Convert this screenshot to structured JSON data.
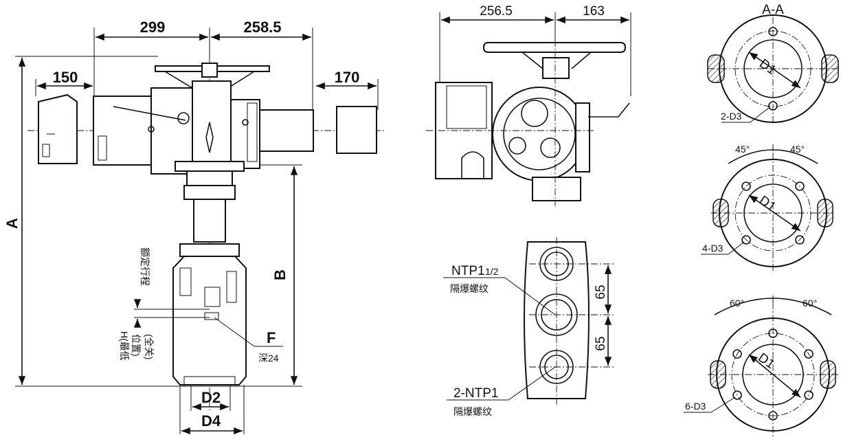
{
  "left_view": {
    "dim_299": "299",
    "dim_258_5": "258.5",
    "dim_150": "150",
    "dim_170": "170",
    "label_A": "A",
    "label_B": "B",
    "label_F": "F",
    "depth_24": "深24",
    "rated_stroke": "额定行程",
    "h_line1": "H(最低",
    "h_line2": "位置)",
    "h_line3": "(全关)",
    "label_D2": "D2",
    "label_D4": "D4"
  },
  "middle_view": {
    "dim_256_5": "256.5",
    "dim_163": "163",
    "ntp_main": "NTP1",
    "ntp_frac": "1/2",
    "flameproof_thread_1": "隔爆螺纹",
    "dim_65_top": "65",
    "dim_65_bottom": "65",
    "ntp_2": "2-NTP1",
    "flameproof_thread_2": "隔爆螺纹"
  },
  "right_view": {
    "section_title": "A-A",
    "d1_a": "D1",
    "d3_a": "2-D3",
    "angle_45_left": "45°",
    "angle_45_right": "45°",
    "d1_b": "D1",
    "d3_b": "4-D3",
    "angle_60_left": "60°",
    "angle_60_right": "60°",
    "d1_c": "D1",
    "d3_c": "6-D3"
  }
}
